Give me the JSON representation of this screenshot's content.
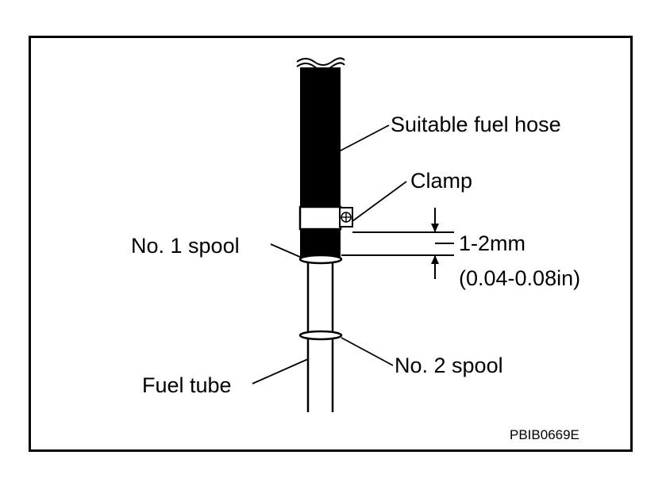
{
  "labels": {
    "fuel_hose": "Suitable fuel hose",
    "clamp": "Clamp",
    "spool_1": "No. 1 spool",
    "dimension_mm": "1-2mm",
    "dimension_in": "(0.04-0.08in)",
    "spool_2": "No. 2 spool",
    "fuel_tube": "Fuel tube"
  },
  "figure_code": "PBIB0669E"
}
